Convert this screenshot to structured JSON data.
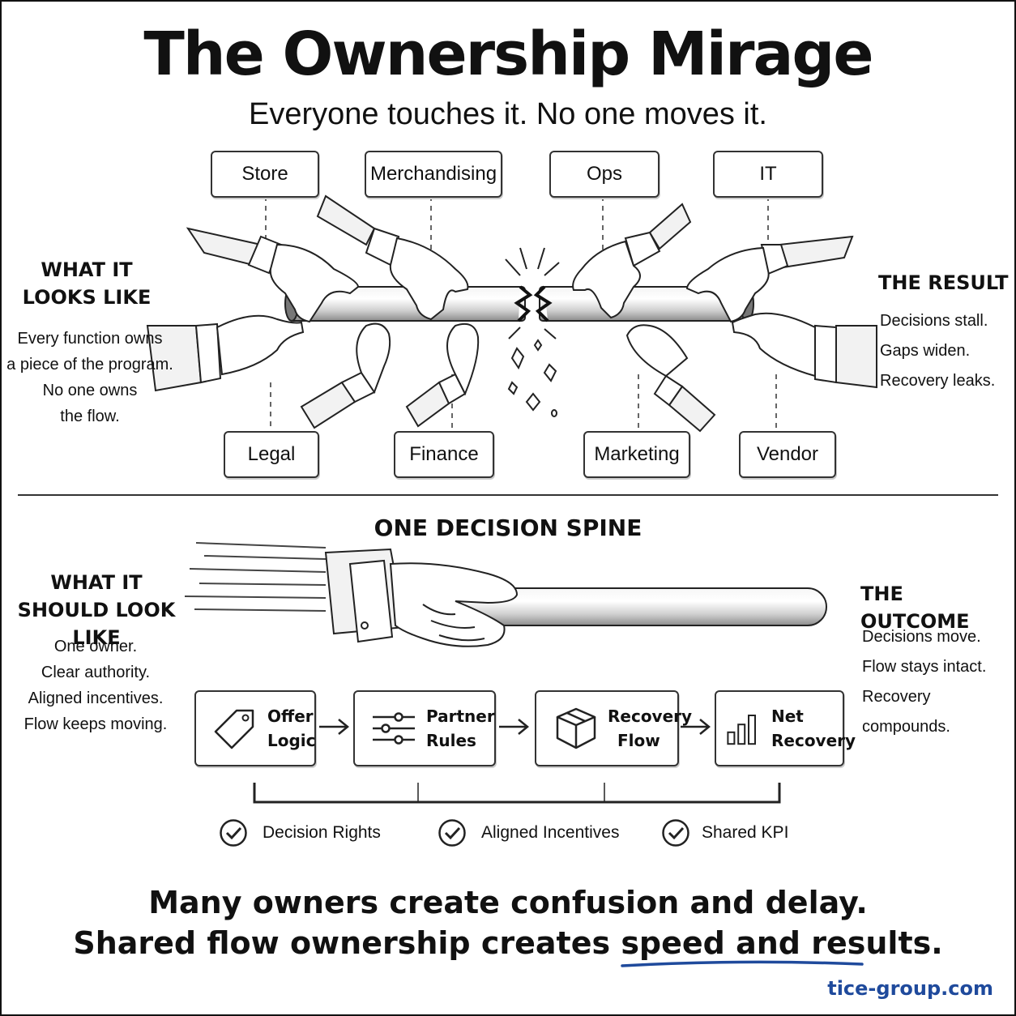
{
  "header": {
    "title": "The Ownership Mirage",
    "subtitle": "Everyone touches it. No one moves it."
  },
  "top_functions": [
    "Store",
    "Merchandising",
    "Ops",
    "IT"
  ],
  "bottom_functions": [
    "Legal",
    "Finance",
    "Marketing",
    "Vendor"
  ],
  "left_top": {
    "heading_line1": "WHAT IT",
    "heading_line2": "LOOKS LIKE",
    "lines": [
      "Every function owns",
      "a piece of the program.",
      "No one owns",
      "the flow."
    ]
  },
  "right_top": {
    "heading": "THE RESULT",
    "lines": [
      "Decisions stall.",
      "Gaps widen.",
      "Recovery leaks."
    ]
  },
  "spine": {
    "heading": "ONE DECISION SPINE"
  },
  "left_bottom": {
    "heading_line1": "WHAT IT",
    "heading_line2": "SHOULD LOOK LIKE",
    "lines": [
      "One owner.",
      "Clear authority.",
      "Aligned incentives.",
      "Flow keeps moving."
    ]
  },
  "right_bottom": {
    "heading": "THE OUTCOME",
    "lines": [
      "Decisions move.",
      "Flow stays intact.",
      "Recovery compounds."
    ]
  },
  "steps": [
    {
      "line1": "Offer",
      "line2": "Logic",
      "icon": "tag-icon"
    },
    {
      "line1": "Partner",
      "line2": "Rules",
      "icon": "sliders-icon"
    },
    {
      "line1": "Recovery",
      "line2": "Flow",
      "icon": "box-icon"
    },
    {
      "line1": "Net",
      "line2": "Recovery",
      "icon": "bar-chart-icon"
    }
  ],
  "checks": [
    "Decision Rights",
    "Aligned Incentives",
    "Shared KPI"
  ],
  "footer": {
    "line1": "Many owners create confusion and delay.",
    "line2_prefix": "Shared flow ownership creates ",
    "line2_emphasis": "speed and results.",
    "url": "tice-group.com"
  },
  "colors": {
    "accent": "#1f4a9c",
    "ink": "#111111"
  }
}
